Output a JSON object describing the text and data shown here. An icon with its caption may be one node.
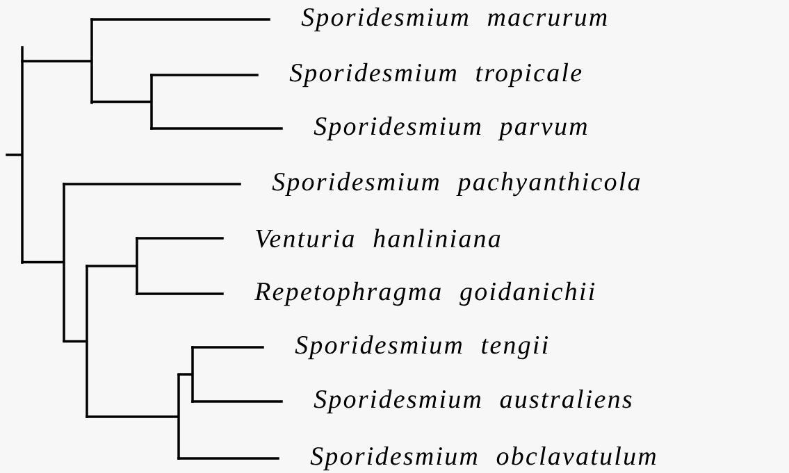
{
  "diagram": {
    "nodes": [
      {
        "text": [
          "Sporidesmium macrurum"
        ]
      },
      {
        "text": [
          "Sporidesmium tropicale"
        ]
      },
      {
        "text": [
          "Sporidesmium parvum"
        ]
      },
      {
        "text": [
          "Sporidesmium pachyanthicola"
        ]
      },
      {
        "text": [
          "Venturia hanliniana"
        ]
      },
      {
        "text": [
          "Repetophragma goidanichii"
        ]
      },
      {
        "text": [
          "Sporidesmium tengii"
        ]
      },
      {
        "text": [
          "Sporidesmium australiens"
        ]
      },
      {
        "text": [
          "Sporidesmium obclavatulum"
        ]
      },
      {
        "text": [],
        "shape": "bar"
      },
      {
        "text": [],
        "shape": "bar"
      },
      {
        "text": [],
        "shape": "bar"
      },
      {
        "text": [],
        "shape": "bar"
      },
      {
        "text": [],
        "shape": "bar"
      },
      {
        "text": [],
        "shape": "bar"
      },
      {
        "text": [],
        "shape": "bar"
      },
      {
        "text": [],
        "shape": "bar"
      }
    ],
    "edges": [
      {
        "from": null,
        "to": 9,
        "arrow": "none"
      },
      {
        "from": 9,
        "to": 10,
        "arrow": "none"
      },
      {
        "from": 9,
        "to": 12,
        "arrow": "none"
      },
      {
        "from": 10,
        "to": 0,
        "arrow": "none"
      },
      {
        "from": 10,
        "to": 11,
        "arrow": "none"
      },
      {
        "from": 11,
        "to": 1,
        "arrow": "none"
      },
      {
        "from": 11,
        "to": 2,
        "arrow": "none"
      },
      {
        "from": 12,
        "to": 3,
        "arrow": "none"
      },
      {
        "from": 12,
        "to": 13,
        "arrow": "none"
      },
      {
        "from": 13,
        "to": 14,
        "arrow": "none"
      },
      {
        "from": 13,
        "to": 15,
        "arrow": "none"
      },
      {
        "from": 14,
        "to": 4,
        "arrow": "none"
      },
      {
        "from": 14,
        "to": 5,
        "arrow": "none"
      },
      {
        "from": 15,
        "to": 16,
        "arrow": "none"
      },
      {
        "from": 15,
        "to": 8,
        "arrow": "none"
      },
      {
        "from": 16,
        "to": 6,
        "arrow": "none"
      },
      {
        "from": 16,
        "to": 7,
        "arrow": "none"
      }
    ]
  }
}
